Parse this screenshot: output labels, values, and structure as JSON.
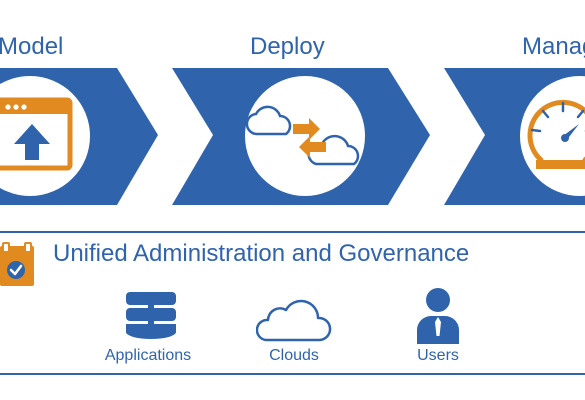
{
  "stages": [
    {
      "label": "Model",
      "icon": "browser-upload-icon"
    },
    {
      "label": "Deploy",
      "icon": "cloud-sync-icon"
    },
    {
      "label": "Manag",
      "icon": "speedometer-icon"
    }
  ],
  "governance": {
    "title": "Unified Administration and Governance",
    "icon": "clipboard-check-icon",
    "resources": [
      {
        "label": "Applications",
        "icon": "database-icon"
      },
      {
        "label": "Clouds",
        "icon": "cloud-icon"
      },
      {
        "label": "Users",
        "icon": "user-icon"
      }
    ]
  },
  "colors": {
    "primary_blue": "#2f64ad",
    "accent_orange": "#e18a1f",
    "background": "#ffffff"
  }
}
